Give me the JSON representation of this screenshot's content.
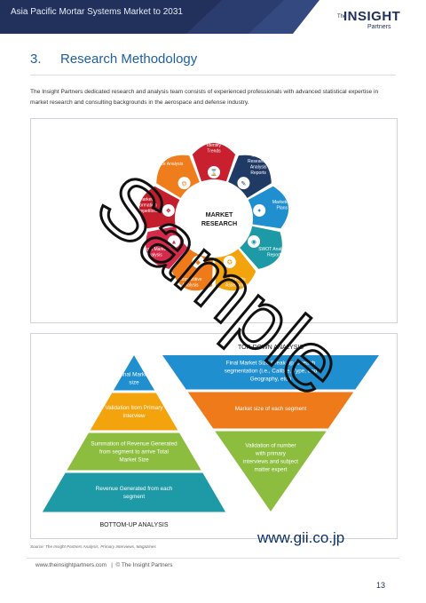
{
  "header": {
    "title": "Asia Pacific Mortar Systems Market to 2031",
    "logo_the": "The",
    "logo_insight": "INSIGHT",
    "logo_partners": "Partners"
  },
  "section": {
    "number": "3.",
    "title": "Research Methodology"
  },
  "intro_text": "The Insight Partners dedicated research and analysis team consists of experienced professionals with advanced statistical expertise in market research and consulting backgrounds in the aerospace and defense industry.",
  "wheel": {
    "center_label_1": "MARKET",
    "center_label_2": "RESEARCH",
    "segments": [
      {
        "label": "Identify Trends",
        "color": "#c8202e"
      },
      {
        "label": "Market Research / Analysis Reports",
        "color": "#1f3a64"
      },
      {
        "label": "Marketing Plans",
        "color": "#1f8fd0"
      },
      {
        "label": "SWOT Analysis Report",
        "color": "#1e9aa6"
      },
      {
        "label": "Benefits Assessment",
        "color": "#f3a40c"
      },
      {
        "label": "Competitive Analysis",
        "color": "#ee7a1a"
      },
      {
        "label": "Target Market Analysis",
        "color": "#d52a4a"
      },
      {
        "label": "Market Information Competitors",
        "color": "#c41e2d"
      },
      {
        "label": "Price Analysis",
        "color": "#ef7d1c"
      }
    ]
  },
  "analysis": {
    "top_label": "TOP-DOWN ANALYSIS",
    "bottom_label": "BOTTOM-UP ANALYSIS",
    "pyramid": [
      {
        "text": "Final Market size",
        "color": "#1f8fd0"
      },
      {
        "text": "Validation from Primary Interview",
        "color": "#f3a40c"
      },
      {
        "text": "Summation of Revenue Generated from segment to arrive Total Market Size",
        "color": "#8cbd3f"
      },
      {
        "text": "Revenue Generated from each segment",
        "color": "#1e9aa6"
      }
    ],
    "funnel": [
      {
        "text": "Final Market Size Break-up to reach segmentation (i.e., Calibre, Type, and Geography, etc.)",
        "color": "#1f8fd0"
      },
      {
        "text": "Market size of each segment",
        "color": "#ee7a1a"
      },
      {
        "text": "Validation of number with primary interviews and subject matter expert",
        "color": "#8cbd3f"
      }
    ]
  },
  "source_text": "Source: The Insight Partners Analysis, Primary Interviews, Magazines",
  "footer": {
    "website": "www.theinsightpartners.com",
    "separator": "|",
    "copyright": "© The Insight Partners",
    "page_number": "13"
  },
  "watermarks": {
    "sample": "Sample",
    "gii": "www.gii.co.jp"
  },
  "colors": {
    "header": "#21315b",
    "heading_blue": "#1d5fa6"
  }
}
